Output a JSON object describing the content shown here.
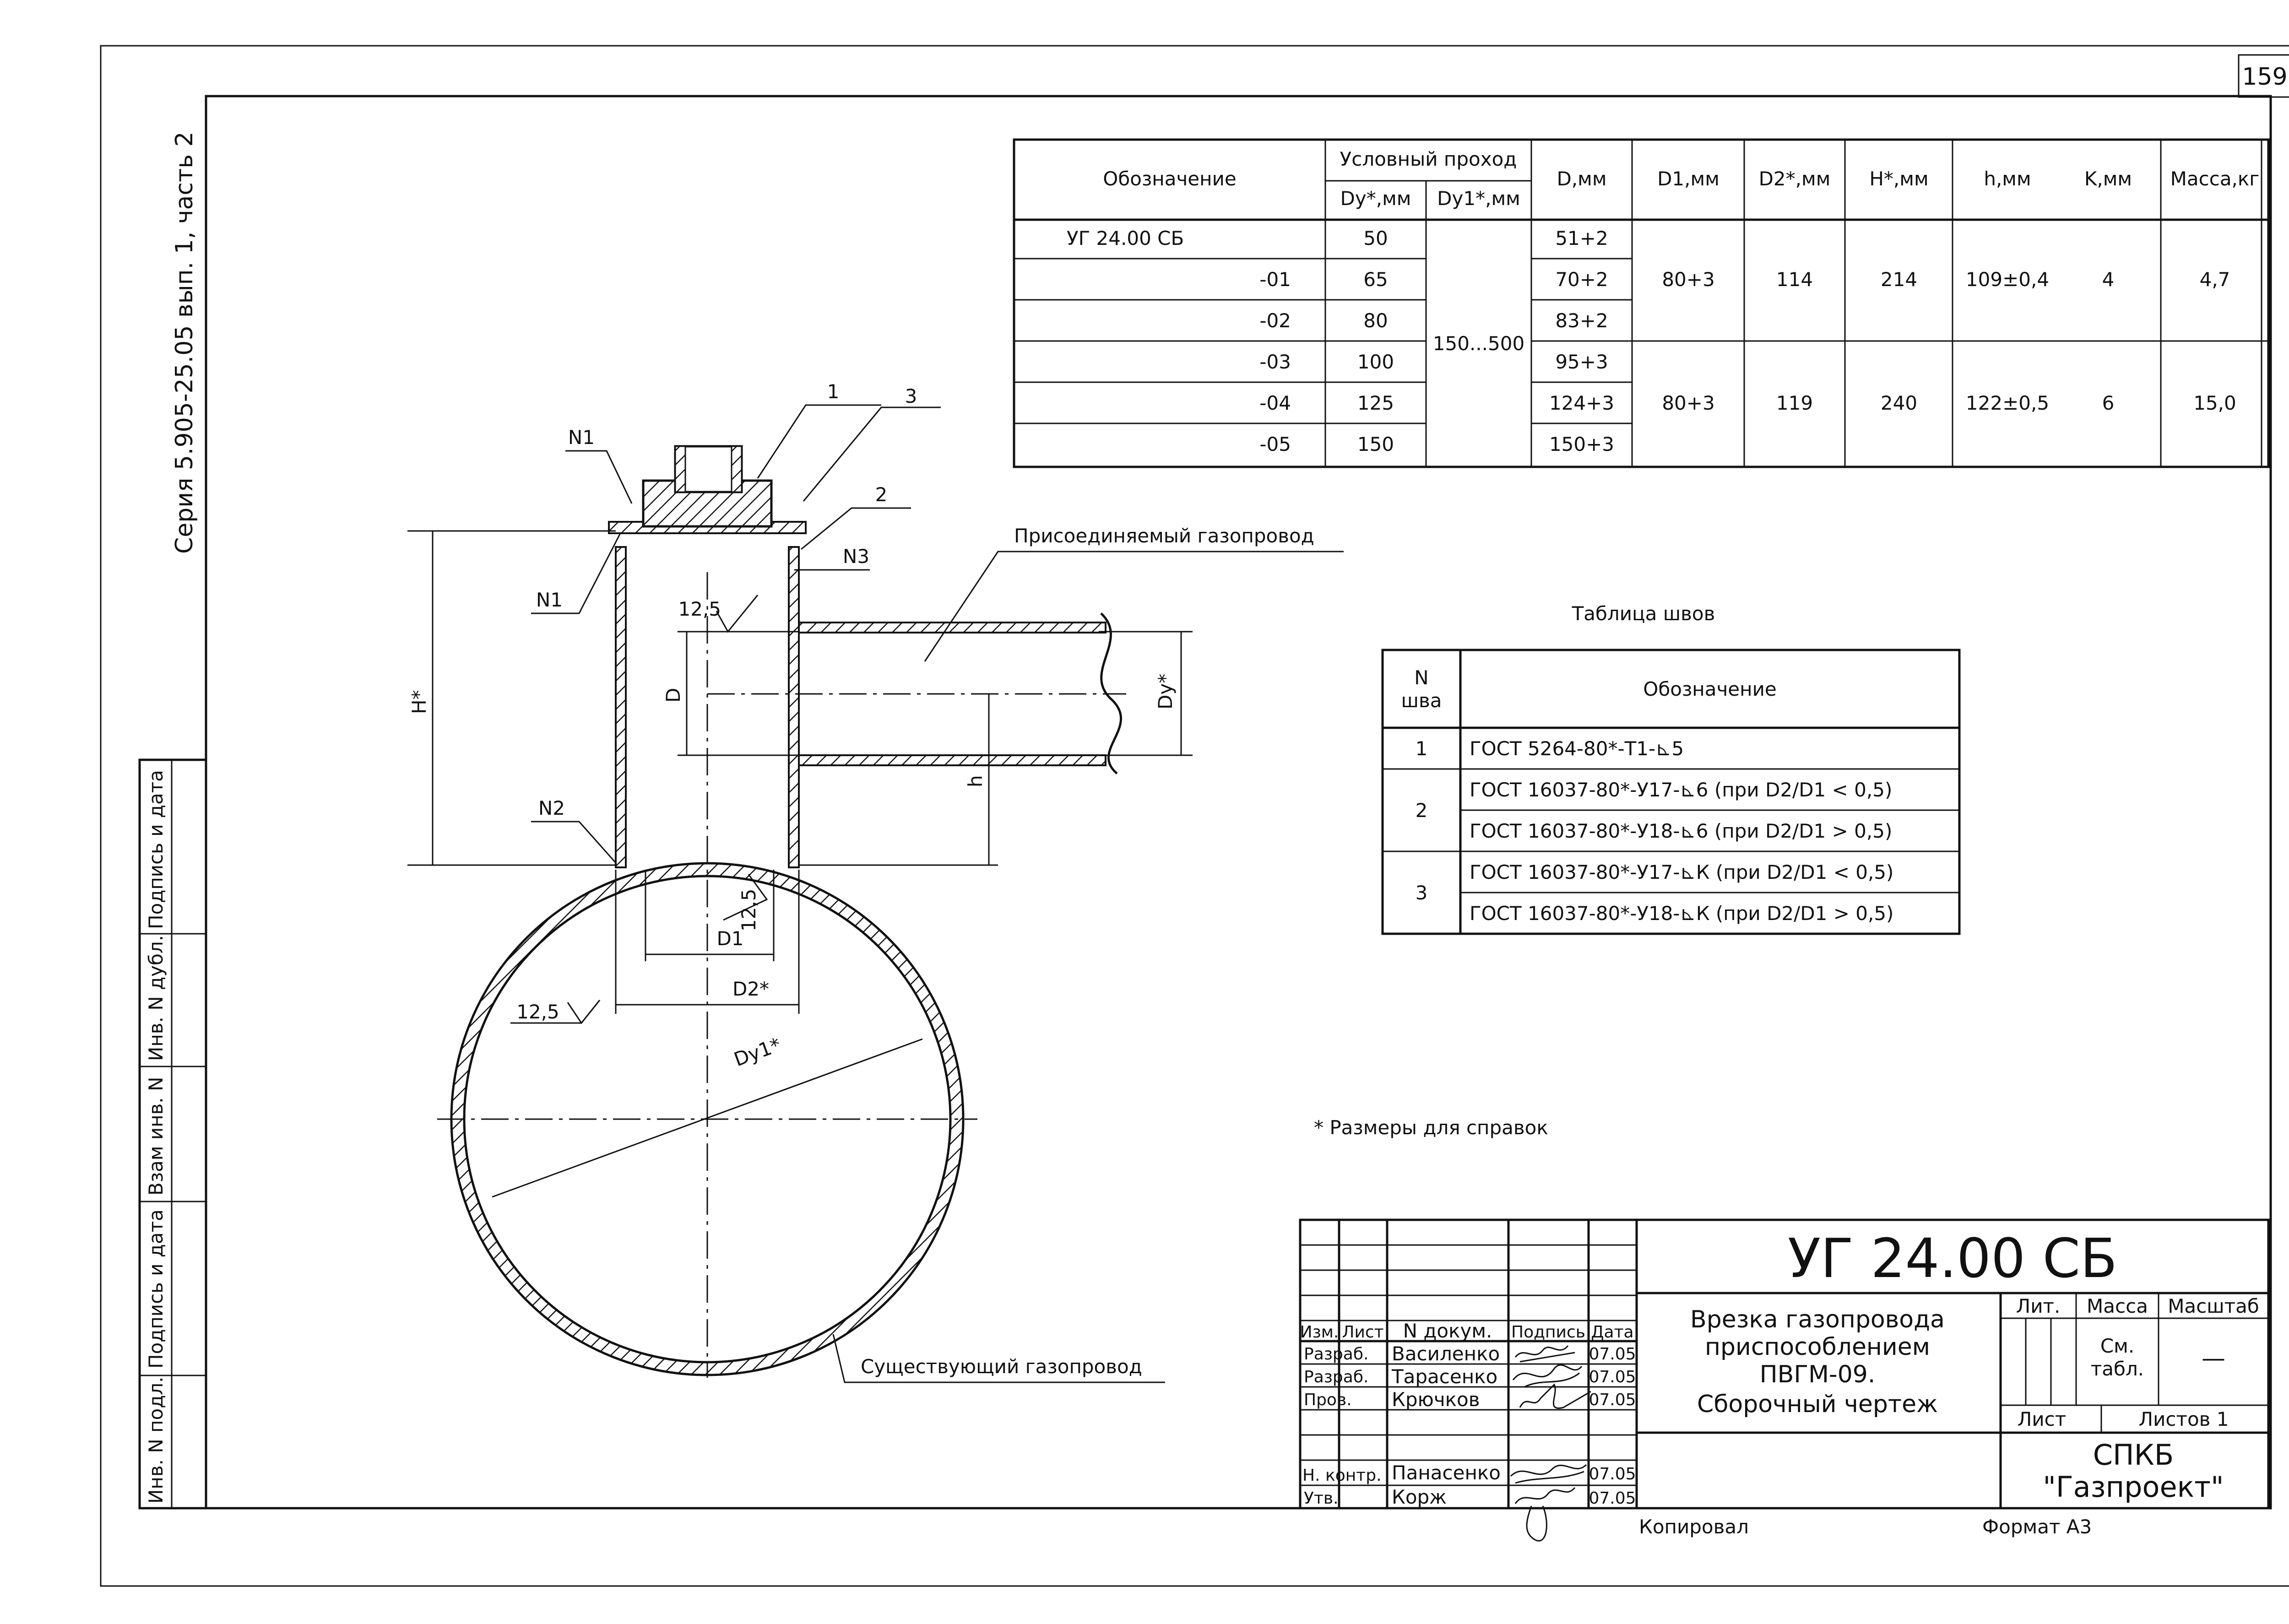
{
  "page_number": "159",
  "series": "Серия 5.905-25.05 вып. 1, часть 2",
  "side_stamps": [
    "Инв. N подл.",
    "Подпись и дата",
    "Взам инв. N",
    "Инв. N дубл.",
    "Подпись и дата"
  ],
  "main_table": {
    "headers": {
      "designation": "Обозначение",
      "nominal_bore": "Условный проход",
      "dy": "Dy*,мм",
      "dy1": "Dy1*,мм",
      "d": "D,мм",
      "d1": "D1,мм",
      "d2": "D2*,мм",
      "h_big": "H*,мм",
      "h_small": "h,мм",
      "k": "K,мм",
      "mass": "Масса,кг"
    },
    "rows": [
      {
        "designation": "УГ 24.00 СБ",
        "dy": "50",
        "d": "51+2"
      },
      {
        "designation": "-01",
        "dy": "65",
        "d": "70+2"
      },
      {
        "designation": "-02",
        "dy": "80",
        "d": "83+2"
      },
      {
        "designation": "-03",
        "dy": "100",
        "d": "95+3"
      },
      {
        "designation": "-04",
        "dy": "125",
        "d": "124+3"
      },
      {
        "designation": "-05",
        "dy": "150",
        "d": "150+3"
      }
    ],
    "dy1_merged": "150...500",
    "groups": [
      {
        "d1": "80+3",
        "d2": "114",
        "h_big": "214",
        "h_small": "109±0,4",
        "k": "4",
        "mass": "4,7"
      },
      {
        "d1": "80+3",
        "d2": "119",
        "h_big": "240",
        "h_small": "122±0,5",
        "k": "6",
        "mass": "15,0"
      }
    ]
  },
  "weld_table": {
    "title": "Таблица швов",
    "header_n": "N",
    "header_n2": "шва",
    "header_designation": "Обозначение",
    "rows": [
      {
        "n": "1",
        "items": [
          "ГОСТ 5264-80*-Т1-⊾5"
        ]
      },
      {
        "n": "2",
        "items": [
          "ГОСТ 16037-80*-У17-⊾6 (при D2/D1 < 0,5)",
          "ГОСТ 16037-80*-У18-⊾6 (при D2/D1 > 0,5)"
        ]
      },
      {
        "n": "3",
        "items": [
          "ГОСТ 16037-80*-У17-⊾К (при D2/D1 < 0,5)",
          "ГОСТ 16037-80*-У18-⊾К (при D2/D1 > 0,5)"
        ]
      }
    ]
  },
  "drawing_labels": {
    "pos1": "1",
    "pos2": "2",
    "pos3": "3",
    "n1_top": "N1",
    "n1_mid": "N1",
    "n2": "N2",
    "n3": "N3",
    "connected_pipe": "Присоединяемый газопровод",
    "existing_pipe": "Существующий газопровод",
    "roughness_a": "12,5",
    "roughness_b": "12,5",
    "roughness_c": "12,5",
    "dim_H": "H*",
    "dim_D": "D",
    "dim_h": "h",
    "dim_Dy": "Dy*",
    "dim_D1": "D1",
    "dim_D2": "D2*",
    "dim_Dy1": "Dy1*"
  },
  "note": "* Размеры для справок",
  "title_block": {
    "code": "УГ 24.00 СБ",
    "title_lines": [
      "Врезка газопровода",
      "приспособлением",
      "ПВГМ-09.",
      "Сборочный чертеж"
    ],
    "col_headers": [
      "Изм.",
      "Лист",
      "N докум.",
      "Подпись",
      "Дата"
    ],
    "people": [
      {
        "role": "Разраб.",
        "name": "Василенко",
        "date": "07.05"
      },
      {
        "role": "Разраб.",
        "name": "Тарасенко",
        "date": "07.05"
      },
      {
        "role": "Пров.",
        "name": "Крючков",
        "date": "07.05"
      },
      {
        "role": "Н. контр.",
        "name": "Панасенко",
        "date": "07.05"
      },
      {
        "role": "Утв.",
        "name": "Корж",
        "date": "07.05"
      }
    ],
    "lit": "Лит.",
    "mass": "Масса",
    "scale": "Масштаб",
    "mass_value_1": "См.",
    "mass_value_2": "табл.",
    "scale_value": "—",
    "sheet": "Лист",
    "sheets": "Листов 1",
    "org_1": "СПКБ",
    "org_2": "\"Газпроект\""
  },
  "footer": {
    "copied": "Копировал",
    "format": "Формат А3"
  }
}
